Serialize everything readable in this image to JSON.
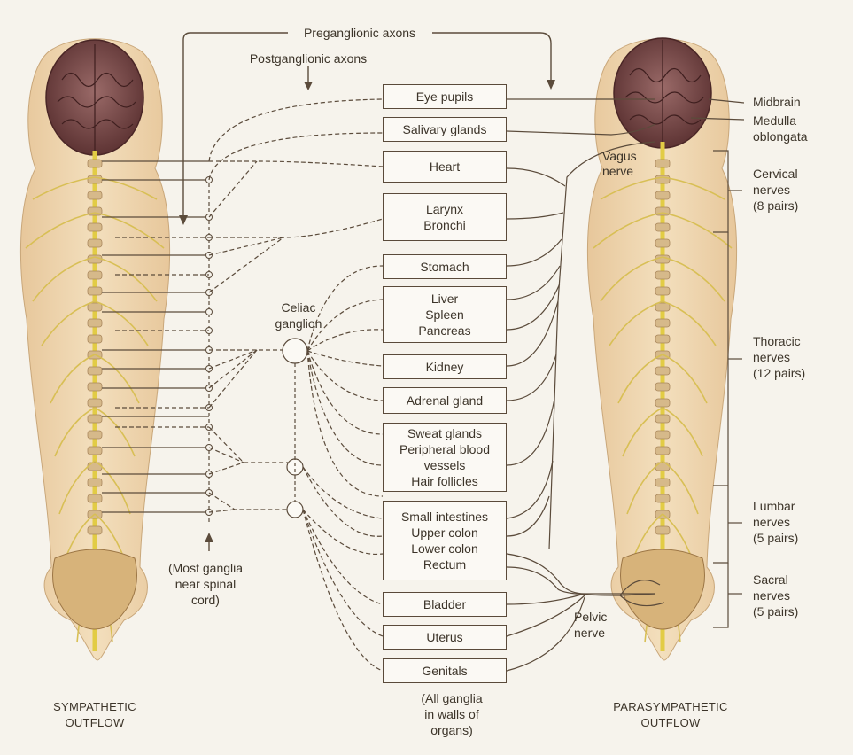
{
  "header": {
    "preganglionic": "Preganglionic axons",
    "postganglionic": "Postganglionic axons"
  },
  "organs": [
    {
      "lines": [
        "Eye pupils"
      ]
    },
    {
      "lines": [
        "Salivary glands"
      ]
    },
    {
      "lines": [
        "Heart"
      ]
    },
    {
      "lines": [
        "Larynx",
        "Bronchi"
      ]
    },
    {
      "lines": [
        "Stomach"
      ]
    },
    {
      "lines": [
        "Liver",
        "Spleen",
        "Pancreas"
      ]
    },
    {
      "lines": [
        "Kidney"
      ]
    },
    {
      "lines": [
        "Adrenal gland"
      ]
    },
    {
      "lines": [
        "Sweat glands",
        "Peripheral blood",
        "vessels",
        "Hair follicles"
      ]
    },
    {
      "lines": [
        "Small intestines",
        "Upper colon",
        "Lower colon",
        "Rectum"
      ]
    },
    {
      "lines": [
        "Bladder"
      ]
    },
    {
      "lines": [
        "Uterus"
      ]
    },
    {
      "lines": [
        "Genitals"
      ]
    }
  ],
  "left": {
    "celiac": [
      "Celiac",
      "ganglion"
    ],
    "ganglia_note": [
      "(Most ganglia",
      "near spinal",
      "cord)"
    ],
    "outflow": [
      "SYMPATHETIC",
      "OUTFLOW"
    ]
  },
  "right": {
    "midbrain": "Midbrain",
    "medulla": [
      "Medulla",
      "oblongata"
    ],
    "vagus": [
      "Vagus",
      "nerve"
    ],
    "pelvic": [
      "Pelvic",
      "nerve"
    ],
    "cervical": [
      "Cervical",
      "nerves",
      "(8 pairs)"
    ],
    "thoracic": [
      "Thoracic",
      "nerves",
      "(12 pairs)"
    ],
    "lumbar": [
      "Lumbar",
      "nerves",
      "(5 pairs)"
    ],
    "sacral": [
      "Sacral",
      "nerves",
      "(5 pairs)"
    ],
    "outflow": [
      "PARASYMPATHETIC",
      "OUTFLOW"
    ]
  },
  "bottom_note": [
    "(All ganglia",
    "in walls of",
    "organs)"
  ],
  "colors": {
    "brain": "#7a4a4a",
    "skin": "#e9cfa4",
    "spine": "#e6d24a",
    "line": "#5b4b3b"
  }
}
